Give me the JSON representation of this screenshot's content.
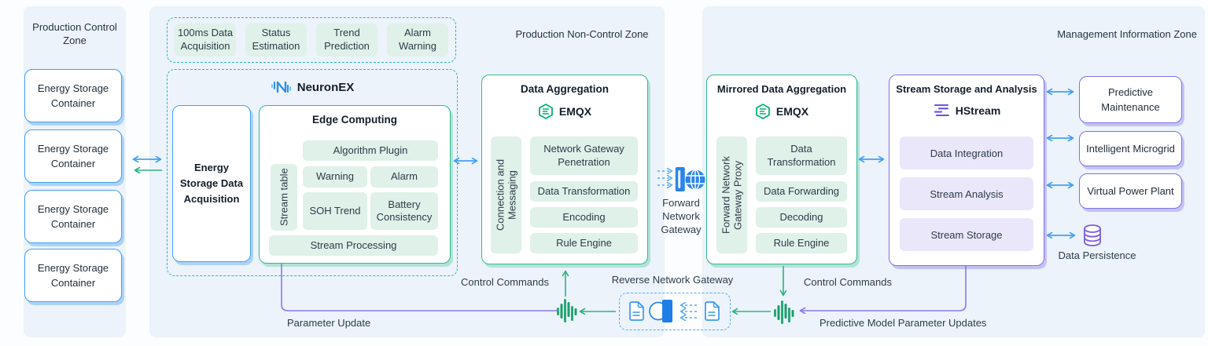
{
  "colors": {
    "zone-bg": "#ecf3fa",
    "blue": "#459ff3",
    "green": "#32ba8e",
    "green-fill": "#dff1e9",
    "teal-dash": "#2eb8a8",
    "purple": "#8070e8",
    "purple-fill": "#eae7fa"
  },
  "icons": {
    "neuronex_logo": "stylized-N-with-ticks",
    "emqx_logo": "hexagon-with-list-lines",
    "hstream_logo": "purple-stream-lines",
    "forward_gateway": "globe-with-door-panel",
    "reverse_gateway_docs": "document-outline",
    "reverse_gateway_gate": "circle-with-door",
    "flow_node": "green-equalizer-bars",
    "persistence": "database-cylinder"
  },
  "zone_production_control": {
    "title": "Production Control Zone",
    "containers": [
      {
        "label": "Energy Storage Container"
      },
      {
        "label": "Energy Storage Container"
      },
      {
        "label": "Energy Storage Container"
      },
      {
        "label": "Energy Storage Container"
      }
    ]
  },
  "zone_non_control": {
    "title": "Production Non-Control Zone",
    "functions": [
      {
        "label": "100ms Data Acquisition"
      },
      {
        "label": "Status Estimation"
      },
      {
        "label": "Trend Prediction"
      },
      {
        "label": "Alarm Warning"
      }
    ],
    "neuronex": {
      "brand": "NeuronEX",
      "acquisition": "Energy Storage Data Acquisition",
      "edge": {
        "title": "Edge Computing",
        "stream_table": "Stream table",
        "algorithm_plugin": "Algorithm Plugin",
        "warning": "Warning",
        "alarm": "Alarm",
        "soh_trend": "SOH Trend",
        "battery_consistency": "Battery Consistency",
        "stream_processing": "Stream Processing"
      }
    },
    "data_aggregation": {
      "title": "Data Aggregation",
      "brand": "EMQX",
      "sidebar": "Connection and Messaging",
      "items": [
        {
          "label": "Network Gateway Penetration"
        },
        {
          "label": "Data Transformation"
        },
        {
          "label": "Encoding"
        },
        {
          "label": "Rule Engine"
        }
      ]
    }
  },
  "forward_gateway": {
    "label": "Forward Network Gateway"
  },
  "zone_management": {
    "title": "Management Information Zone",
    "mirrored_aggregation": {
      "title": "Mirrored Data Aggregation",
      "brand": "EMQX",
      "sidebar": "Forward Network Gateway Proxy",
      "items": [
        {
          "label": "Data Transformation"
        },
        {
          "label": "Data Forwarding"
        },
        {
          "label": "Decoding"
        },
        {
          "label": "Rule Engine"
        }
      ]
    },
    "stream_storage": {
      "title": "Stream Storage and Analysis",
      "brand": "HStream",
      "items": [
        {
          "label": "Data Integration"
        },
        {
          "label": "Stream Analysis"
        },
        {
          "label": "Stream Storage"
        }
      ]
    },
    "applications": [
      {
        "label": "Predictive Maintenance"
      },
      {
        "label": "Intelligent Microgrid"
      },
      {
        "label": "Virtual Power Plant"
      }
    ],
    "data_persistence": "Data Persistence"
  },
  "flow_labels": {
    "control_commands_left": "Control Commands",
    "control_commands_right": "Control Commands",
    "reverse_gateway": "Reverse Network Gateway",
    "parameter_update": "Parameter Update",
    "predictive_updates": "Predictive Model Parameter Updates"
  }
}
